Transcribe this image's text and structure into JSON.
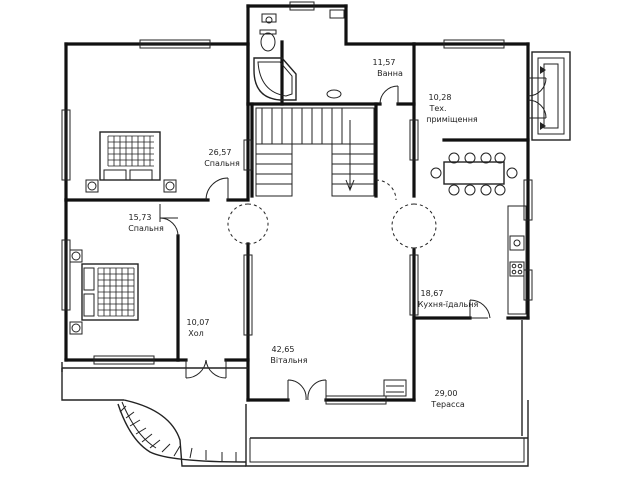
{
  "rooms": {
    "bathroom": {
      "area": "11,57",
      "name": "Ванна"
    },
    "utility": {
      "area": "10,28",
      "name_line1": "Тех.",
      "name_line2": "приміщення"
    },
    "bedroom_1": {
      "area": "26,57",
      "name": "Спальня"
    },
    "bedroom_2": {
      "area": "15,73",
      "name": "Спальня"
    },
    "hall": {
      "area": "10,07",
      "name": "Хол"
    },
    "living_room": {
      "area": "42,65",
      "name": "Вітальня"
    },
    "kitchen": {
      "area": "18,67",
      "name": "Кухня-їдальня"
    },
    "terrace": {
      "area": "29,00",
      "name": "Терасса"
    }
  },
  "icons": [
    "bed-icon",
    "toilet-icon",
    "bathtub-icon",
    "sink-icon",
    "stove-icon",
    "dining-table-icon",
    "stairs-icon",
    "door-icon",
    "window-icon"
  ],
  "colors": {
    "line": "#111111",
    "background": "#ffffff"
  }
}
